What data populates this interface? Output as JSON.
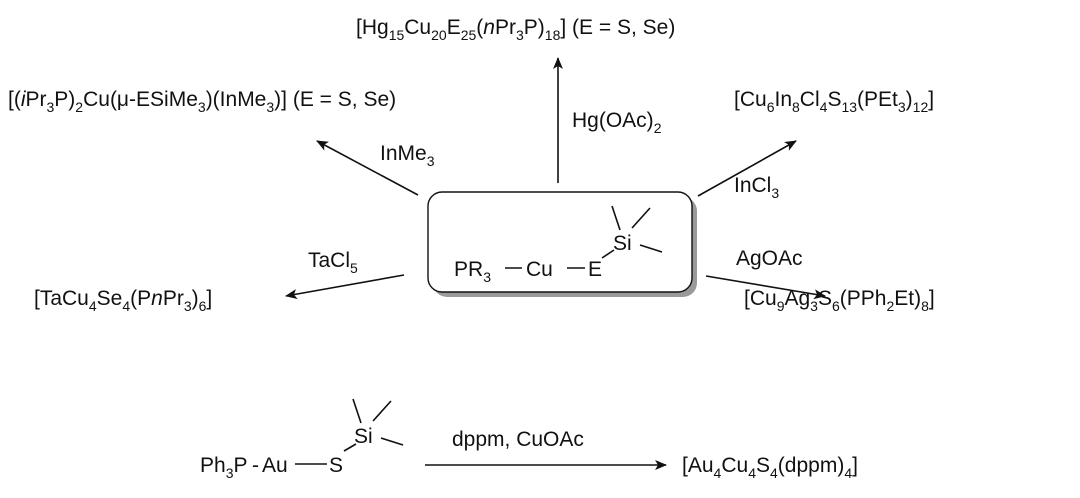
{
  "products": {
    "hg": "[Hg15Cu20E25(nPr3P)18] (E = S, Se)",
    "inme3": "[(iPr3P)2Cu(μ-ESiMe3)(InMe3)] (E = S, Se)",
    "incl3": "[Cu6In8Cl4S13(PEt3)12]",
    "tacl5": "[TaCu4Se4(PnPr3)6]",
    "agoac": "[Cu9Ag3S6(PPh2Et)8]",
    "au": "[Au4Cu4S4(dppm)4]"
  },
  "reagents": {
    "hg": "Hg(OAc)2",
    "inme3": "InMe3",
    "incl3": "InCl3",
    "tacl5": "TaCl5",
    "agoac": "AgOAc",
    "au": "dppm, CuOAc"
  },
  "center": {
    "left": "PR3",
    "cu": "Cu",
    "e": "E",
    "si": "Si"
  },
  "bottom": {
    "left": "Ph3P",
    "au": "Au",
    "s": "S",
    "si": "Si"
  }
}
